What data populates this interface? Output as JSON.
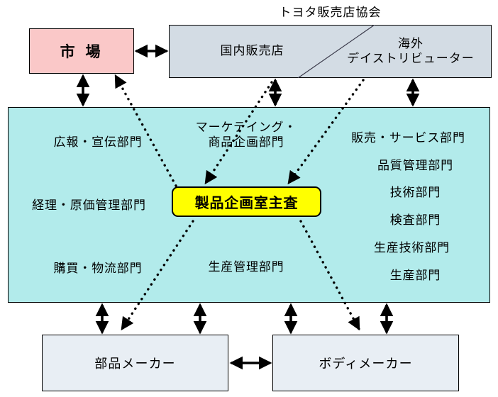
{
  "diagram": {
    "title": "トヨタ販売店協会",
    "colors": {
      "market_fill": "#FAC8C8",
      "dealer_fill": "#D3DCE4",
      "internal_fill": "#B2EBEB",
      "chief_engineer_fill": "#FFFF00",
      "supplier_fill": "#E8EEF4",
      "line": "#000000"
    },
    "market": {
      "label": "市 場"
    },
    "dealer_association": {
      "title": "トヨタ販売店協会",
      "domestic": {
        "label": "国内販売店"
      },
      "overseas": {
        "line1": "海外",
        "line2": "デイストリビューター"
      }
    },
    "internal_organization": {
      "left_column": [
        {
          "label": "広報・宣伝部門"
        },
        {
          "label": "経理・原価管理部門"
        },
        {
          "label": "購買・物流部門"
        }
      ],
      "center_column": [
        {
          "line1": "マーケテイング・",
          "line2": "商品企画部門"
        },
        {
          "label": "生産管理部門"
        }
      ],
      "right_column": [
        {
          "label": "販売・サービス部門"
        },
        {
          "label": "品質管理部門"
        },
        {
          "label": "技術部門"
        },
        {
          "label": "検査部門"
        },
        {
          "label": "生産技術部門"
        },
        {
          "label": "生産部門"
        }
      ],
      "chief_engineer": {
        "label": "製品企画室主査"
      }
    },
    "suppliers": [
      {
        "label": "部品メーカー"
      },
      {
        "label": "ボディメーカー"
      }
    ],
    "connections": {
      "solid_bidirectional": [
        {
          "from": "市場",
          "to": "国内販売店"
        },
        {
          "from": "市場",
          "to": "社内組織"
        },
        {
          "from": "国内販売店",
          "to": "社内組織"
        },
        {
          "from": "海外デイストリビューター",
          "to": "社内組織"
        },
        {
          "from": "社内組織",
          "to": "部品メーカー"
        },
        {
          "from": "社内組織",
          "to": "部品メーカー"
        },
        {
          "from": "社内組織",
          "to": "ボディメーカー"
        },
        {
          "from": "社内組織",
          "to": "ボディメーカー"
        },
        {
          "from": "部品メーカー",
          "to": "ボディメーカー"
        }
      ],
      "dotted_directional": [
        {
          "from": "製品企画室主査",
          "to": "市場"
        },
        {
          "from": "国内販売店",
          "to": "製品企画室主査"
        },
        {
          "from": "海外デイストリビューター",
          "to": "製品企画室主査"
        },
        {
          "from": "製品企画室主査",
          "to": "部品メーカー"
        },
        {
          "from": "製品企画室主査",
          "to": "ボディメーカー"
        }
      ]
    }
  }
}
